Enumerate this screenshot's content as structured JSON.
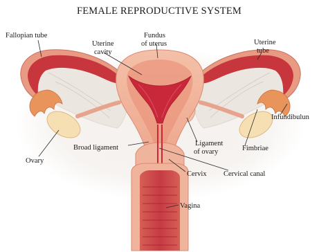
{
  "title": "FEMALE REPRODUCTIVE SYSTEM",
  "labels": {
    "fallopian_tube": "Fallopian tube",
    "uterine_cavity_1": "Uterine",
    "uterine_cavity_2": "cavity",
    "fundus_1": "Fundus",
    "fundus_2": "of uterus",
    "uterine_tube_1": "Uterine",
    "uterine_tube_2": "tube",
    "infundibulum": "Infundibulun",
    "broad_ligament": "Broad ligament",
    "ovary": "Ovary",
    "ligament_of_ovary_1": "Ligament",
    "ligament_of_ovary_2": "of ovary",
    "fimbriae": "Fimbriae",
    "cervix": "Cervix",
    "cervical_canal": "Cervical canal",
    "vagina": "Vagina"
  },
  "colors": {
    "tissue_light": "#f2b8a0",
    "tissue_mid": "#e8937a",
    "tissue_dark": "#d96a5a",
    "lining_red": "#c8283a",
    "tube_red": "#b82a34",
    "ovary_cream": "#f6dfb2",
    "fimbriae_orange": "#e8945a",
    "ligament_grey": "#efece8"
  }
}
